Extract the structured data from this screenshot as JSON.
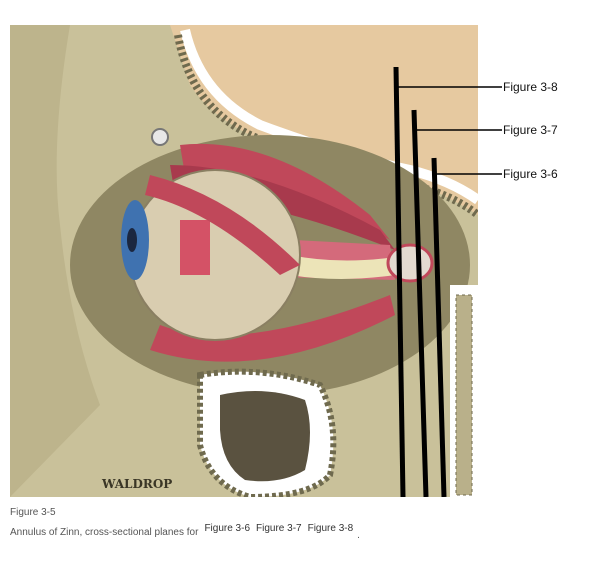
{
  "figure": {
    "signature": "WALDROP",
    "plane_labels": [
      {
        "id": "fig-3-8",
        "text": "Figure 3-8"
      },
      {
        "id": "fig-3-7",
        "text": "Figure 3-7"
      },
      {
        "id": "fig-3-6",
        "text": "Figure 3-6"
      }
    ]
  },
  "caption": {
    "number": "Figure 3-5",
    "text": "Annulus of Zinn, cross-sectional planes for",
    "links": [
      "Figure 3-6",
      "Figure 3-7",
      "Figure 3-8"
    ],
    "trailing": "."
  },
  "colors": {
    "bone": "#c9c19a",
    "bone_shadow": "#8f8763",
    "brain": "#e6c9a0",
    "muscle": "#c0485a",
    "nerve": "#ece4b8",
    "iris": "#3f72b0",
    "plane_line": "#000000"
  }
}
